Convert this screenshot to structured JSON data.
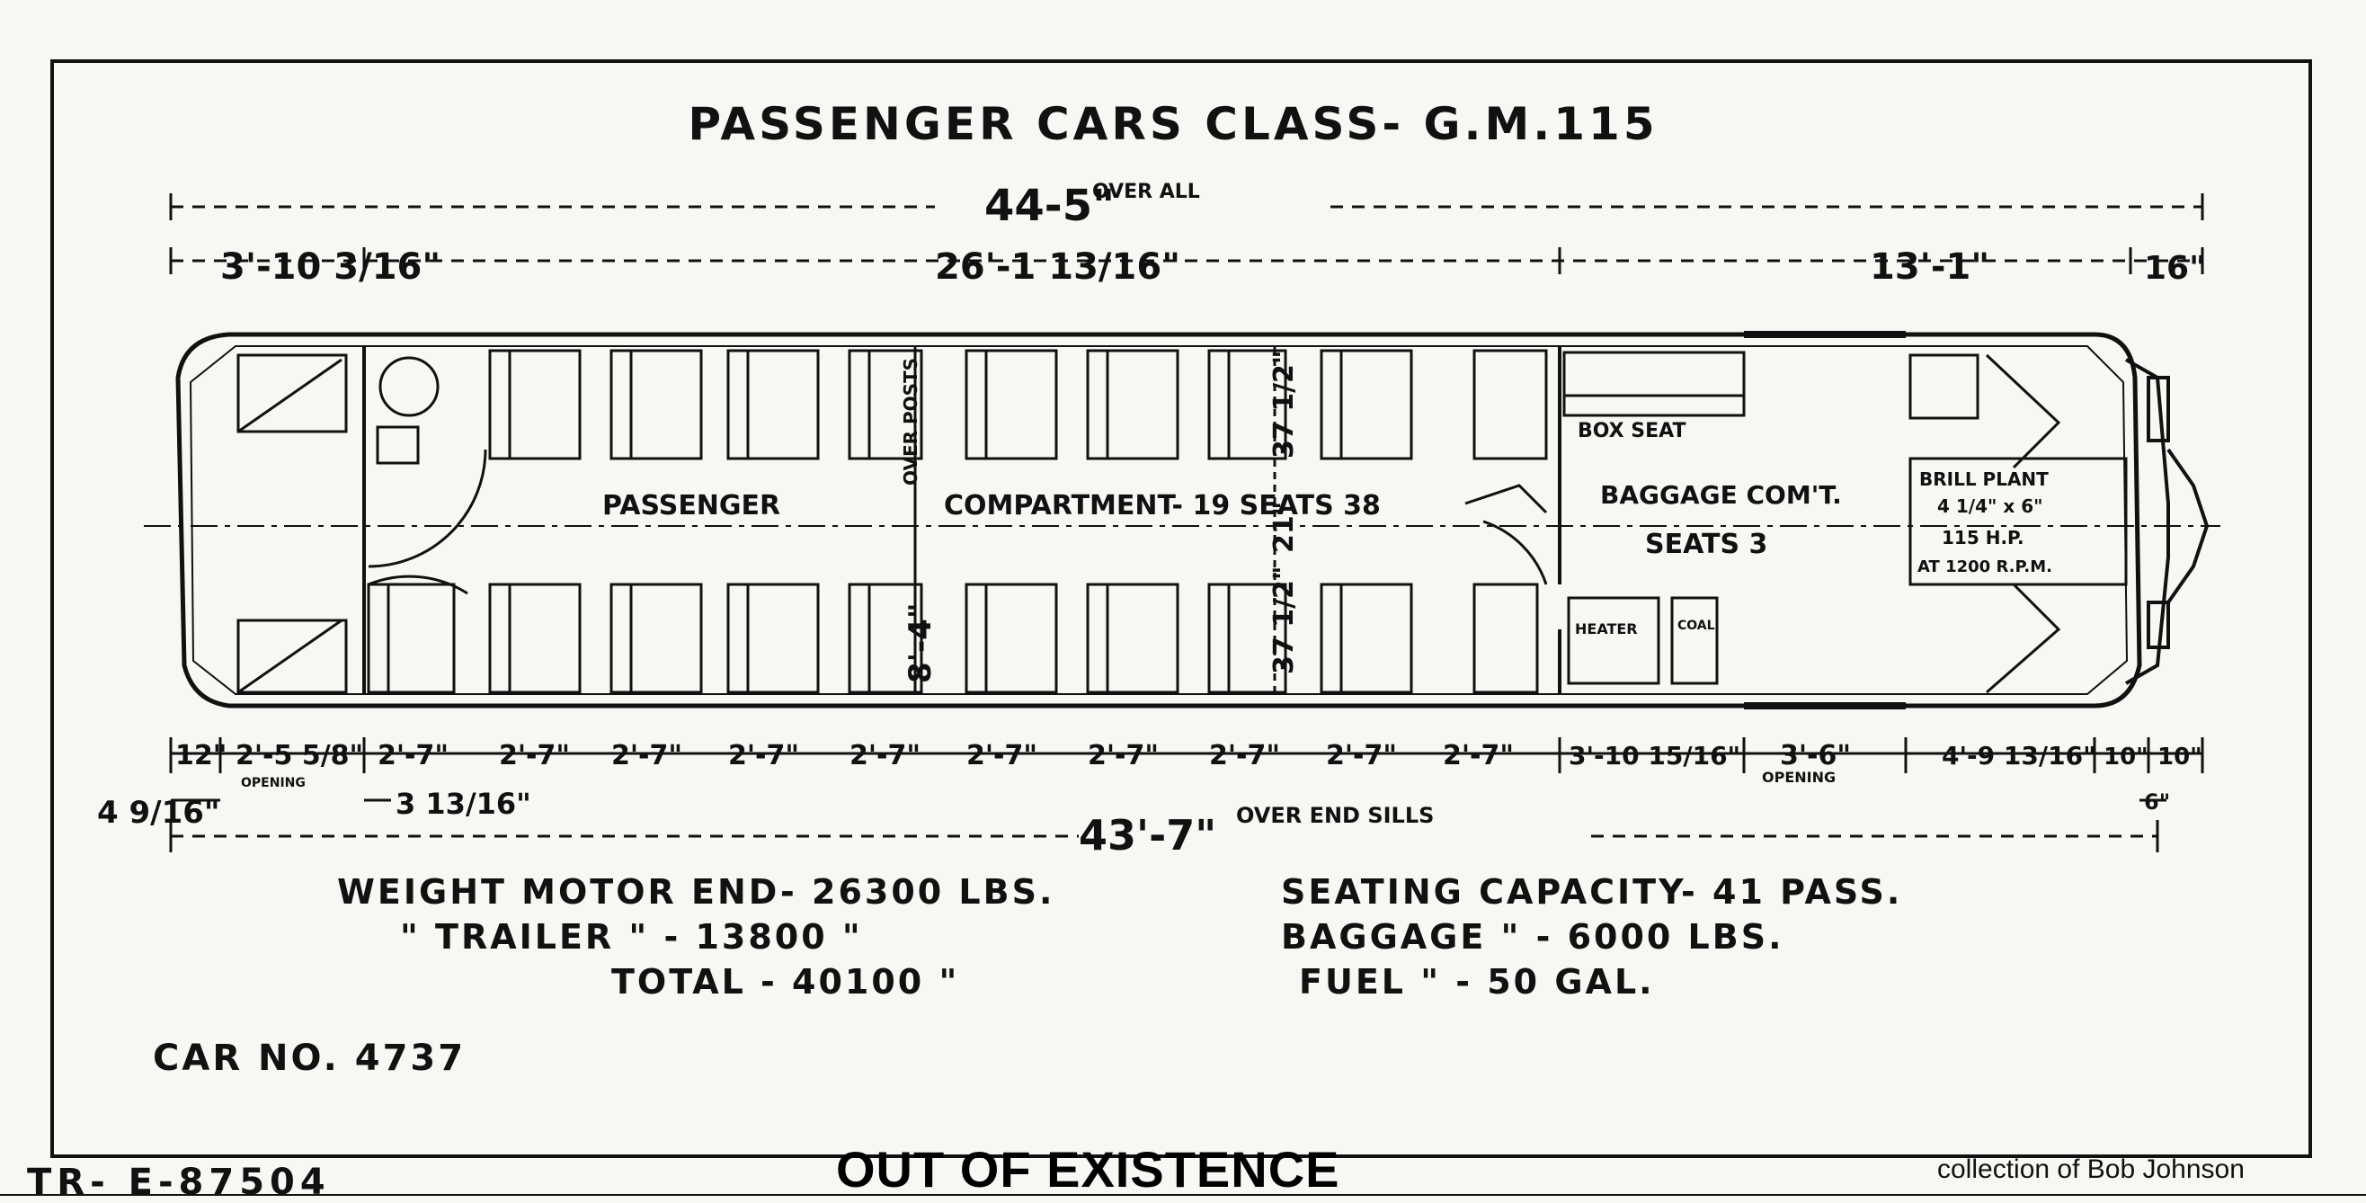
{
  "title": "PASSENGER CARS CLASS- G.M.115",
  "dimensions": {
    "overall": "44-5\"",
    "overall_note": "OVER ALL",
    "top_segments": [
      "3'-10 3/16\"",
      "26'-1 13/16\"",
      "13'-1\"",
      "16\""
    ],
    "bottom_segments": [
      "12\"",
      "2'-5 5/8\"",
      "2'-7\"",
      "2'-7\"",
      "2'-7\"",
      "2'-7\"",
      "2'-7\"",
      "2'-7\"",
      "2'-7\"",
      "2'-7\"",
      "2'-7\"",
      "2'-7\"",
      "3'-10 15/16\"",
      "3'-6\"",
      "4'-9 13/16\"",
      "10\"",
      "10\""
    ],
    "opening_label": "OPENING",
    "left_offset": "4 9/16\"",
    "door_offset": "3 13/16\"",
    "end_small": "6\"",
    "over_end_sills": "43'-7\"",
    "over_end_sills_note": "OVER END SILLS",
    "width_inside": "8'-4\"",
    "width_note": "OVER POSTS",
    "seat_upper": "37 1/2\"",
    "aisle": "21\"",
    "seat_lower": "37 1/2\""
  },
  "rooms": {
    "passenger": "PASSENGER",
    "compartment": "COMPARTMENT- 19 SEATS 38",
    "box_seat": "BOX SEAT",
    "baggage": "BAGGAGE COM'T.",
    "baggage_seats": "SEATS 3",
    "heater": "HEATER",
    "coal": "COAL",
    "engine": [
      "BRILL PLANT",
      "4 1/4\" x 6\"",
      "115 H.P.",
      "AT 1200 R.P.M."
    ]
  },
  "specs": {
    "weight_motor": "WEIGHT MOTOR END- 26300 LBS.",
    "weight_trailer": "\"   TRAILER  \" - 13800 \"",
    "weight_total": "TOTAL  - 40100  \"",
    "seating": "SEATING CAPACITY- 41 PASS.",
    "baggage": "BAGGAGE    \"   - 6000 LBS.",
    "fuel": "FUEL    \"   - 50 GAL."
  },
  "car_number": "CAR NO. 4737",
  "drawing_code": "TR- E-87504",
  "stamp": "OUT OF EXISTENCE",
  "credit": "collection of Bob Johnson"
}
